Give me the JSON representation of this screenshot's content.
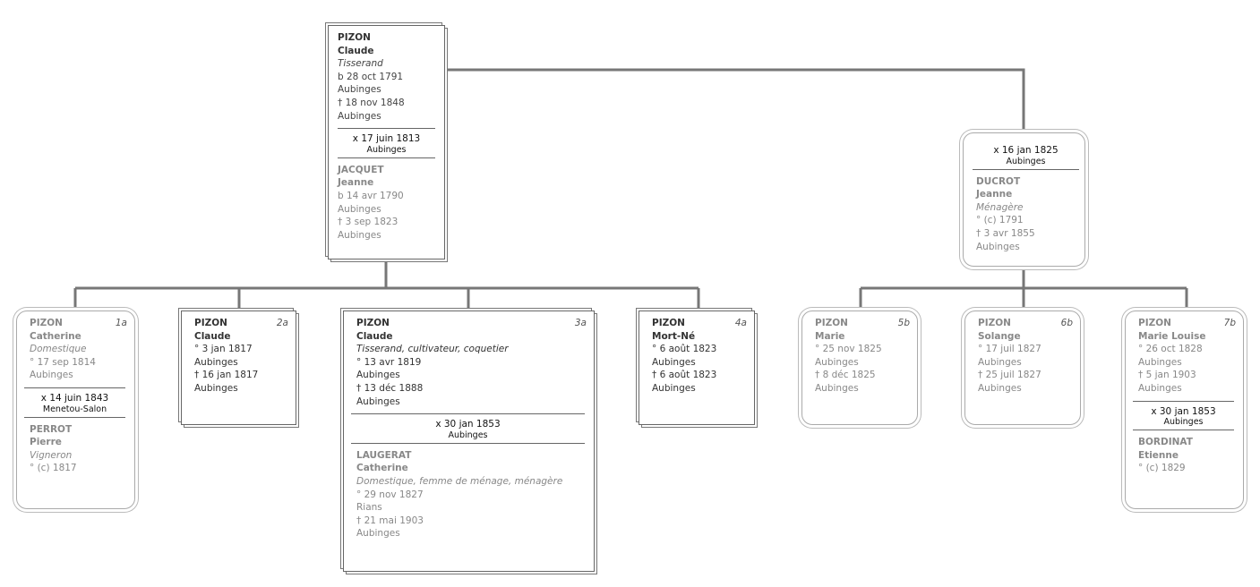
{
  "tree": {
    "parent1": {
      "surname": "PIZON",
      "given": "Claude",
      "occupation": "Tisserand",
      "lines": [
        "b 28 oct 1791",
        "Aubinges",
        "† 18 nov 1848",
        "Aubinges"
      ],
      "marriage": {
        "date": "x 17 juin 1813",
        "place": "Aubinges"
      },
      "spouse": {
        "surname": "JACQUET",
        "given": "Jeanne",
        "lines": [
          "b 14 avr 1790",
          "Aubinges",
          "† 3 sep 1823",
          "Aubinges"
        ]
      }
    },
    "parent2": {
      "marriage": {
        "date": "x 16 jan 1825",
        "place": "Aubinges"
      },
      "spouse": {
        "surname": "DUCROT",
        "given": "Jeanne",
        "occupation": "Ménagère",
        "lines": [
          "° (c) 1791",
          "† 3 avr 1855",
          "Aubinges"
        ]
      }
    },
    "children": [
      {
        "num": "1a",
        "surname": "PIZON",
        "given": "Catherine",
        "occupation": "Domestique",
        "lines": [
          "° 17 sep 1814",
          "Aubinges"
        ],
        "marriage": {
          "date": "x 14 juin 1843",
          "place": "Menetou-Salon"
        },
        "spouse": {
          "surname": "PERROT",
          "given": "Pierre",
          "occupation": "Vigneron",
          "lines": [
            "° (c) 1817"
          ]
        }
      },
      {
        "num": "2a",
        "surname": "PIZON",
        "given": "Claude",
        "lines": [
          "° 3 jan 1817",
          "Aubinges",
          "† 16 jan 1817",
          "Aubinges"
        ]
      },
      {
        "num": "3a",
        "surname": "PIZON",
        "given": "Claude",
        "occupation": "Tisserand, cultivateur, coquetier",
        "lines": [
          "° 13 avr 1819",
          "Aubinges",
          "† 13 déc 1888",
          "Aubinges"
        ],
        "marriage": {
          "date": "x 30 jan 1853",
          "place": "Aubinges"
        },
        "spouse": {
          "surname": "LAUGERAT",
          "given": "Catherine",
          "occupation": "Domestique, femme de ménage, ménagère",
          "lines": [
            "° 29 nov 1827",
            "Rians",
            "† 21 mai 1903",
            "Aubinges"
          ]
        }
      },
      {
        "num": "4a",
        "surname": "PIZON",
        "given": "Mort-Né",
        "lines": [
          "° 6 août 1823",
          "Aubinges",
          "† 6 août 1823",
          "Aubinges"
        ]
      },
      {
        "num": "5b",
        "surname": "PIZON",
        "given": "Marie",
        "lines": [
          "° 25 nov 1825",
          "Aubinges",
          "† 8 déc 1825",
          "Aubinges"
        ]
      },
      {
        "num": "6b",
        "surname": "PIZON",
        "given": "Solange",
        "lines": [
          "° 17 juil 1827",
          "Aubinges",
          "† 25 juil 1827",
          "Aubinges"
        ]
      },
      {
        "num": "7b",
        "surname": "PIZON",
        "given": "Marie Louise",
        "lines": [
          "° 26 oct 1828",
          "Aubinges",
          "† 5 jan 1903",
          "Aubinges"
        ],
        "marriage": {
          "date": "x 30 jan 1853",
          "place": "Aubinges"
        },
        "spouse": {
          "surname": "BORDINAT",
          "given": "Etienne",
          "lines": [
            "° (c) 1829"
          ]
        }
      }
    ]
  }
}
